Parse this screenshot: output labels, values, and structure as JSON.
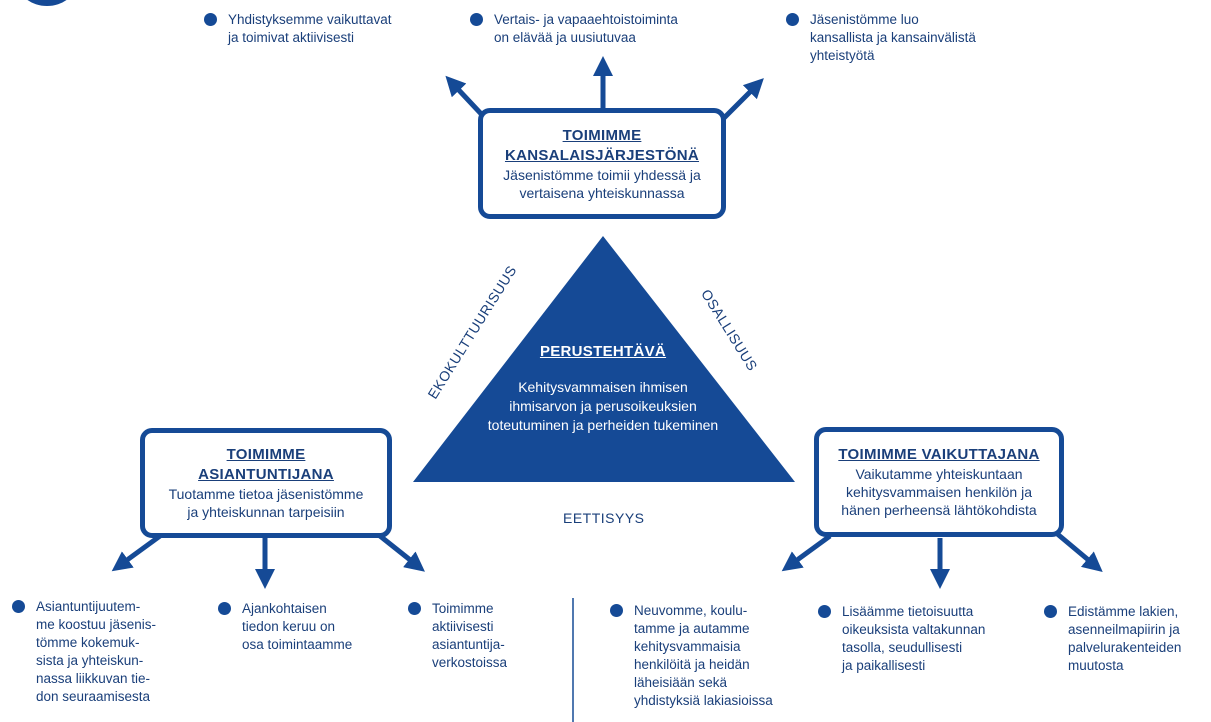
{
  "top_box": {
    "title_line1": "TOIMIMME",
    "title_line2": "KANSALAISJÄRJESTÖNÄ",
    "body": "Jäsenistömme toimii yhdessä ja\nvertaisena yhteiskunnassa"
  },
  "top_bullets": [
    "Yhdistyksemme vaikuttavat\nja toimivat aktiivisesti",
    "Vertais- ja vapaaehtoistoiminta\non elävää ja uusiutuvaa",
    "Jäsenistömme luo\nkansallista ja kansainvälistä\nyhteistyötä"
  ],
  "triangle": {
    "title": "PERUSTEHTÄVÄ",
    "body": "Kehitysvammaisen ihmisen\nihmisarvon ja perusoikeuksien\ntoteutuminen ja perheiden tukeminen"
  },
  "side_labels": {
    "left": "EKOKULTTUURISUUS",
    "right": "OSALLISUUS",
    "bottom": "EETTISYYS"
  },
  "left_box": {
    "title_line1": "TOIMIMME",
    "title_line2": "ASIANTUNTIJANA",
    "body": "Tuotamme tietoa jäsenistömme\nja yhteiskunnan tarpeisiin"
  },
  "left_bullets": [
    "Asiantuntijuutem-\nme koostuu jäsenis-\ntömme kokemuk-\nsista ja yhteiskun-\nnassa liikkuvan tie-\ndon seuraamisesta",
    "Ajankohtaisen\ntiedon keruu on\nosa toimintaamme",
    "Toimimme\naktiivisesti\nasiantuntija-\nverkostoissa"
  ],
  "right_box": {
    "title": "TOIMIMME VAIKUTTAJANA",
    "body": "Vaikutamme yhteiskuntaan\nkehitysvammaisen henkilön ja\nhänen perheensä lähtökohdista"
  },
  "right_bullets": [
    "Neuvomme, koulu-\ntamme ja autamme\nkehitysvammaisia\nhenkilöitä ja heidän\nläheisiään sekä\nyhdistyksiä lakiasioissa",
    "Lisäämme tietoisuutta\noikeuksista valtakunnan\ntasolla, seudullisesti\nja paikallisesti",
    "Edistämme lakien,\nasenneilmapiirin ja\npalvelurakenteiden\nmuutosta"
  ],
  "colors": {
    "primary": "#154a96",
    "text": "#1a3f7a",
    "background": "#ffffff"
  }
}
